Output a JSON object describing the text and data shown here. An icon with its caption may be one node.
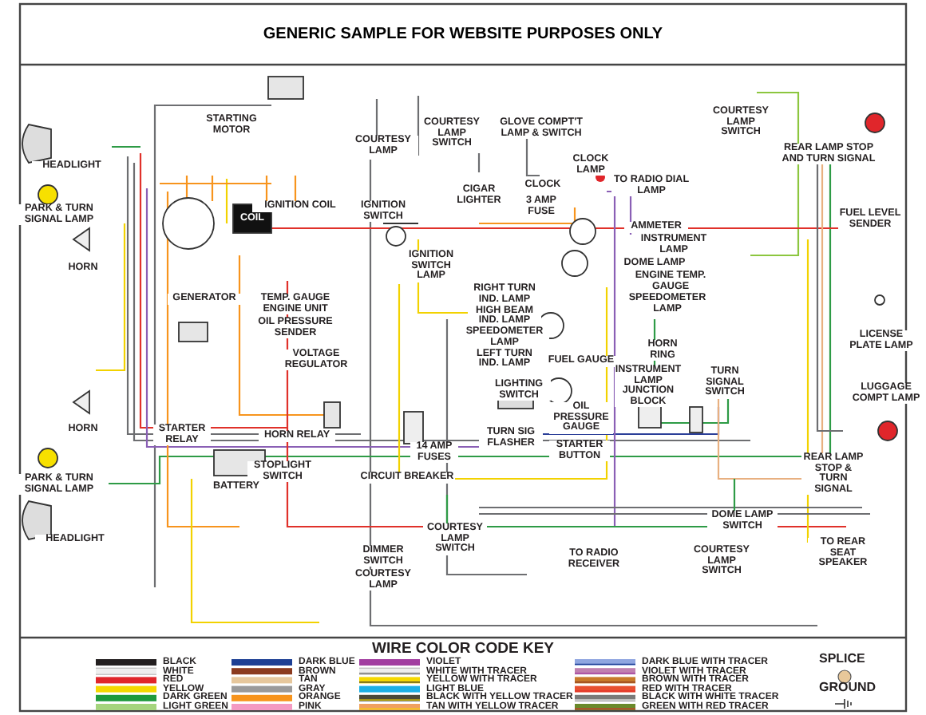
{
  "diagram": {
    "title": "GENERIC SAMPLE FOR WEBSITE PURPOSES ONLY",
    "labels": [
      "STARTING MOTOR",
      "HEADLIGHT",
      "COURTESY LAMP",
      "COURTESY LAMP SWITCH",
      "GLOVE COMPT'T LAMP & SWITCH",
      "COURTESY LAMP SWITCH",
      "REAR LAMP STOP AND TURN SIGNAL",
      "CLOCK LAMP",
      "CLOCK",
      "TO RADIO DIAL LAMP",
      "CIGAR LIGHTER",
      "3 AMP FUSE",
      "IGNITION COIL",
      "COIL",
      "PARK & TURN SIGNAL LAMP",
      "IGNITION SWITCH",
      "IGNITION SWITCH LAMP",
      "AMMETER",
      "INSTRUMENT LAMP",
      "DOME LAMP",
      "FUEL LEVEL SENDER",
      "HORN",
      "ENGINE TEMP. GAUGE",
      "SPEEDOMETER LAMP",
      "GENERATOR",
      "TEMP. GAUGE ENGINE UNIT",
      "OIL PRESSURE SENDER",
      "RIGHT TURN IND. LAMP",
      "HIGH BEAM IND. LAMP",
      "SPEEDOMETER LAMP",
      "LEFT TURN IND. LAMP",
      "VOLTAGE REGULATOR",
      "FUEL GAUGE",
      "LICENSE PLATE LAMP",
      "HORN RING",
      "INSTRUMENT LAMP JUNCTION BLOCK",
      "TURN SIGNAL SWITCH",
      "LUGGAGE COMPT LAMP",
      "LIGHTING SWITCH",
      "OIL PRESSURE GAUGE",
      "HORN",
      "STARTER RELAY",
      "HORN RELAY",
      "TURN SIG FLASHER",
      "STARTER BUTTON",
      "14 AMP FUSES",
      "STOPLIGHT SWITCH",
      "PARK & TURN SIGNAL LAMP",
      "BATTERY",
      "CIRCUIT BREAKER",
      "REAR LAMP STOP & TURN SIGNAL",
      "HEADLIGHT",
      "DIMMER SWITCH",
      "COURTESY LAMP SWITCH",
      "COURTESY LAMP",
      "TO RADIO RECEIVER",
      "DOME LAMP SWITCH",
      "TO REAR SEAT SPEAKER",
      "COURTESY LAMP SWITCH",
      "WIRE COLOR CODE KEY"
    ],
    "legend": [
      {
        "text": "BLACK",
        "color": "#231f20"
      },
      {
        "text": "WHITE",
        "color": "#eeeeee"
      },
      {
        "text": "RED",
        "color": "#e0262b"
      },
      {
        "text": "YELLOW",
        "color": "#f5d800"
      },
      {
        "text": "DARK GREEN",
        "color": "#1e9a3c"
      },
      {
        "text": "LIGHT GREEN",
        "color": "#a5d47e"
      },
      {
        "text": "DARK BLUE",
        "color": "#1d3f94"
      },
      {
        "text": "BROWN",
        "color": "#8b3a1e"
      },
      {
        "text": "TAN",
        "color": "#e6c79c"
      },
      {
        "text": "GRAY",
        "color": "#9a9a9a"
      },
      {
        "text": "ORANGE",
        "color": "#f7941d"
      },
      {
        "text": "PINK",
        "color": "#f49ac2"
      },
      {
        "text": "VIOLET",
        "color": "#a23ea0"
      },
      {
        "text": "WHITE WITH TRACER",
        "color": "#eeeeee"
      },
      {
        "text": "YELLOW WITH TRACER",
        "color": "#f5d800"
      },
      {
        "text": "LIGHT BLUE",
        "color": "#1cb0e6"
      },
      {
        "text": "BLACK WITH YELLOW TRACER",
        "color": "#4a4a3a"
      },
      {
        "text": "TAN WITH YELLOW TRACER",
        "color": "#f0a060"
      },
      {
        "text": "DARK BLUE WITH TRACER",
        "color": "#8fa6e0"
      },
      {
        "text": "VIOLET WITH TRACER",
        "color": "#c080b0"
      },
      {
        "text": "BROWN WITH TRACER",
        "color": "#c87a2a"
      },
      {
        "text": "RED WITH TRACER",
        "color": "#e85030"
      },
      {
        "text": "BLACK WITH WHITE TRACER",
        "color": "#7a7a7a"
      },
      {
        "text": "GREEN WITH RED TRACER",
        "color": "#6a8a2a"
      },
      {
        "text": "SPLICE"
      },
      {
        "text": "GROUND"
      }
    ]
  }
}
